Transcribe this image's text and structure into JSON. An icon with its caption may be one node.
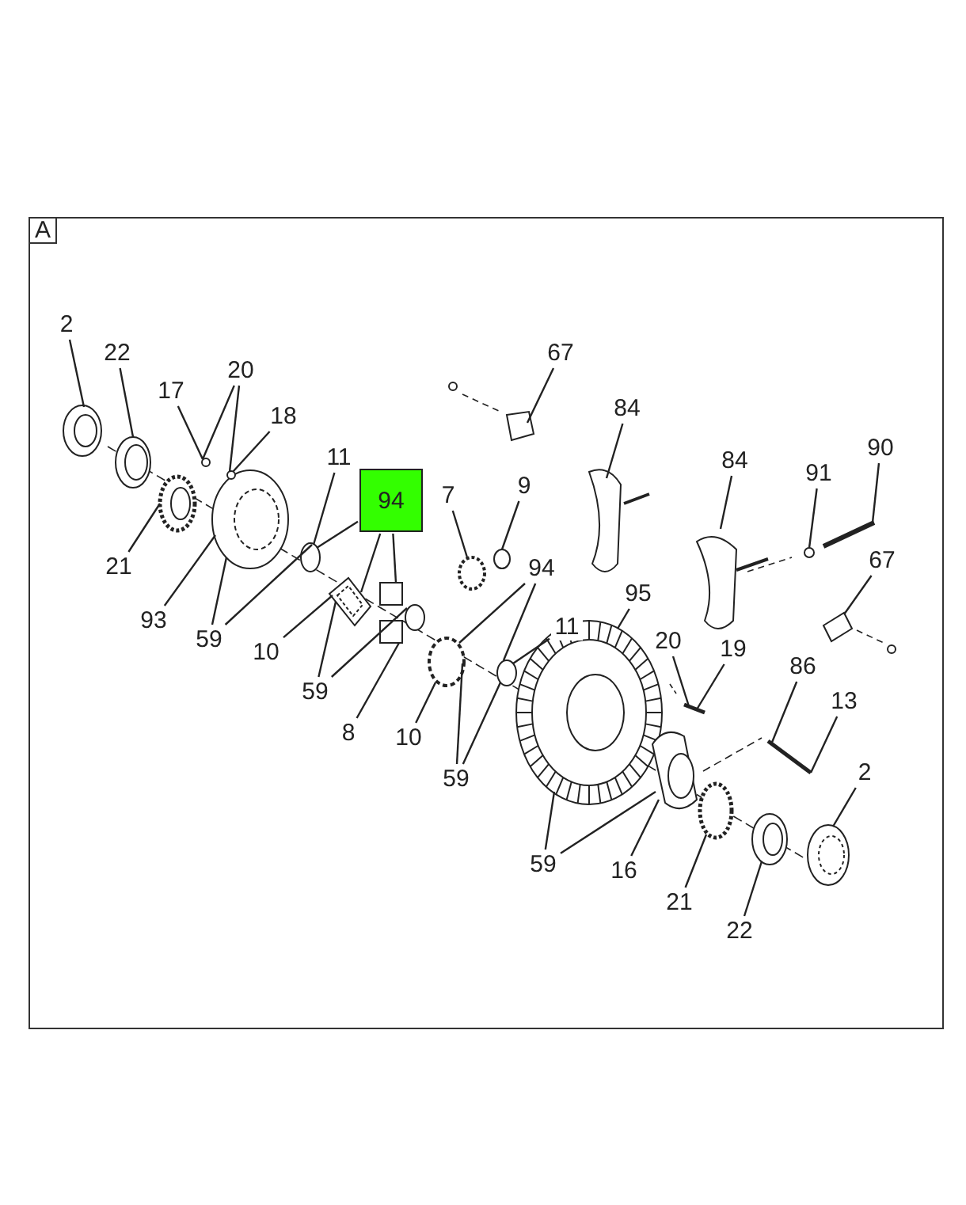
{
  "diagram": {
    "nodes": [
      {
        "text": [
          "2"
        ]
      },
      {
        "text": [
          "67"
        ]
      },
      {
        "text": [
          "22"
        ]
      },
      {
        "text": [
          "20"
        ]
      },
      {
        "text": [
          "17"
        ]
      },
      {
        "text": [
          "84"
        ]
      },
      {
        "text": [
          "18"
        ]
      },
      {
        "text": [
          "90"
        ]
      },
      {
        "text": [
          "11"
        ]
      },
      {
        "text": [
          "84"
        ]
      },
      {
        "text": [
          "94"
        ]
      },
      {
        "text": [
          "9"
        ]
      },
      {
        "text": [
          "91"
        ]
      },
      {
        "text": [
          "7"
        ]
      },
      {
        "text": [
          "67"
        ]
      },
      {
        "text": [
          "94"
        ]
      },
      {
        "text": [
          "21"
        ]
      },
      {
        "text": [
          "95"
        ]
      },
      {
        "text": [
          "93"
        ]
      },
      {
        "text": [
          "11"
        ]
      },
      {
        "text": [
          "59"
        ]
      },
      {
        "text": [
          "20"
        ]
      },
      {
        "text": [
          "19"
        ]
      },
      {
        "text": [
          "10"
        ]
      },
      {
        "text": [
          "86"
        ]
      },
      {
        "text": [
          "59"
        ]
      },
      {
        "text": [
          "13"
        ]
      },
      {
        "text": [
          "8"
        ]
      },
      {
        "text": [
          "10"
        ]
      },
      {
        "text": [
          "2"
        ]
      },
      {
        "text": [
          "59"
        ]
      },
      {
        "text": [
          "59"
        ]
      },
      {
        "text": [
          "16"
        ]
      },
      {
        "text": [
          "21"
        ]
      },
      {
        "text": [
          "22"
        ]
      },
      {
        "text": [],
        "shape": "picture"
      },
      {
        "text": [],
        "shape": "picture"
      },
      {
        "text": [],
        "shape": "picture"
      },
      {
        "text": [],
        "shape": "picture"
      },
      {
        "text": [],
        "shape": "circle"
      },
      {
        "text": [],
        "shape": "circle"
      },
      {
        "text": [],
        "shape": "circle"
      },
      {
        "text": [],
        "shape": "picture"
      },
      {
        "text": [],
        "shape": "box"
      },
      {
        "text": [],
        "shape": "box"
      },
      {
        "text": [],
        "shape": "circle"
      },
      {
        "text": [],
        "shape": "circle"
      },
      {
        "text": [],
        "shape": "circle"
      },
      {
        "text": [],
        "shape": "picture"
      },
      {
        "text": [],
        "shape": "picture"
      },
      {
        "text": [],
        "shape": "picture"
      },
      {
        "text": [],
        "shape": "picture"
      },
      {
        "text": [],
        "shape": "circle"
      },
      {
        "text": [],
        "shape": "picture"
      },
      {
        "text": [],
        "shape": "circle"
      },
      {
        "text": [],
        "shape": "circle"
      },
      {
        "text": [],
        "shape": "picture"
      },
      {
        "text": [],
        "shape": "picture"
      },
      {
        "text": [],
        "shape": "picture"
      },
      {
        "text": [],
        "shape": "picture"
      },
      {
        "text": [],
        "shape": "circle"
      },
      {
        "text": [],
        "shape": "picture"
      },
      {
        "text": [],
        "shape": "picture"
      }
    ],
    "edges": [
      {
        "from": 0,
        "to": 35,
        "arrow": "none"
      },
      {
        "from": 1,
        "to": 48,
        "arrow": "none"
      },
      {
        "from": 2,
        "to": 36,
        "arrow": "none"
      },
      {
        "from": 3,
        "to": 39,
        "arrow": "none"
      },
      {
        "from": 3,
        "to": 40,
        "arrow": "none"
      },
      {
        "from": 4,
        "to": 39,
        "arrow": "none"
      },
      {
        "from": 5,
        "to": 49,
        "arrow": "none"
      },
      {
        "from": 6,
        "to": 40,
        "arrow": "none"
      },
      {
        "from": 7,
        "to": 51,
        "arrow": "none"
      },
      {
        "from": 8,
        "to": 41,
        "arrow": "none"
      },
      {
        "from": 9,
        "to": 50,
        "arrow": "none"
      },
      {
        "from": 10,
        "to": 41,
        "arrow": "none"
      },
      {
        "from": 10,
        "to": 42,
        "arrow": "none"
      },
      {
        "from": 10,
        "to": 43,
        "arrow": "none"
      },
      {
        "from": 11,
        "to": 47,
        "arrow": "none"
      },
      {
        "from": 12,
        "to": 52,
        "arrow": "none"
      },
      {
        "from": 13,
        "to": 46,
        "arrow": "none"
      },
      {
        "from": 14,
        "to": 53,
        "arrow": "none"
      },
      {
        "from": 15,
        "to": 54,
        "arrow": "none"
      },
      {
        "from": 15,
        "to": 55,
        "arrow": "none"
      },
      {
        "from": 16,
        "to": 37,
        "arrow": "none"
      },
      {
        "from": 17,
        "to": 56,
        "arrow": "none"
      },
      {
        "from": 18,
        "to": 38,
        "arrow": "none"
      },
      {
        "from": 19,
        "to": 55,
        "arrow": "none"
      },
      {
        "from": 20,
        "to": 38,
        "arrow": "none"
      },
      {
        "from": 20,
        "to": 41,
        "arrow": "none"
      },
      {
        "from": 21,
        "to": 57,
        "arrow": "none"
      },
      {
        "from": 22,
        "to": 57,
        "arrow": "none"
      },
      {
        "from": 23,
        "to": 42,
        "arrow": "none"
      },
      {
        "from": 24,
        "to": 59,
        "arrow": "none"
      },
      {
        "from": 25,
        "to": 42,
        "arrow": "none"
      },
      {
        "from": 25,
        "to": 45,
        "arrow": "none"
      },
      {
        "from": 26,
        "to": 59,
        "arrow": "none"
      },
      {
        "from": 27,
        "to": 44,
        "arrow": "none"
      },
      {
        "from": 28,
        "to": 54,
        "arrow": "none"
      },
      {
        "from": 29,
        "to": 62,
        "arrow": "none"
      },
      {
        "from": 30,
        "to": 54,
        "arrow": "none"
      },
      {
        "from": 30,
        "to": 55,
        "arrow": "none"
      },
      {
        "from": 31,
        "to": 56,
        "arrow": "none"
      },
      {
        "from": 31,
        "to": 58,
        "arrow": "none"
      },
      {
        "from": 32,
        "to": 58,
        "arrow": "none"
      },
      {
        "from": 33,
        "to": 60,
        "arrow": "none"
      },
      {
        "from": 34,
        "to": 61,
        "arrow": "none"
      }
    ],
    "labels": [
      "A"
    ]
  }
}
